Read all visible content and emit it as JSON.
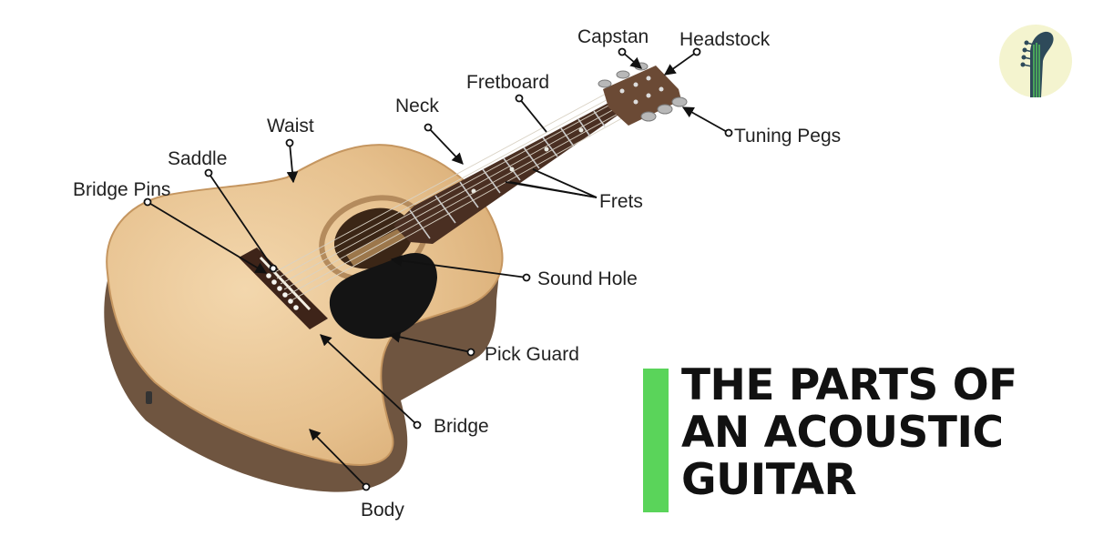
{
  "labels": {
    "capstan": "Capstan",
    "headstock": "Headstock",
    "fretboard": "Fretboard",
    "neck": "Neck",
    "tuning_pegs": "Tuning Pegs",
    "waist": "Waist",
    "saddle": "Saddle",
    "frets": "Frets",
    "bridge_pins": "Bridge Pins",
    "sound_hole": "Sound Hole",
    "pick_guard": "Pick Guard",
    "bridge": "Bridge",
    "body": "Body"
  },
  "title": {
    "line1": "THE PARTS OF",
    "line2": "AN ACOUSTIC",
    "line3": "GUITAR"
  },
  "colors": {
    "accent_bar": "#5ad45a",
    "logo_circle": "#f4f4cf",
    "logo_icon": "#2e4a5a",
    "guitar_top": "#e4be8c",
    "guitar_side": "#6f5540",
    "fretboard": "#4a2f22",
    "pickguard": "#141414"
  },
  "icons": {
    "logo": "guitar-headstock-logo-icon"
  }
}
